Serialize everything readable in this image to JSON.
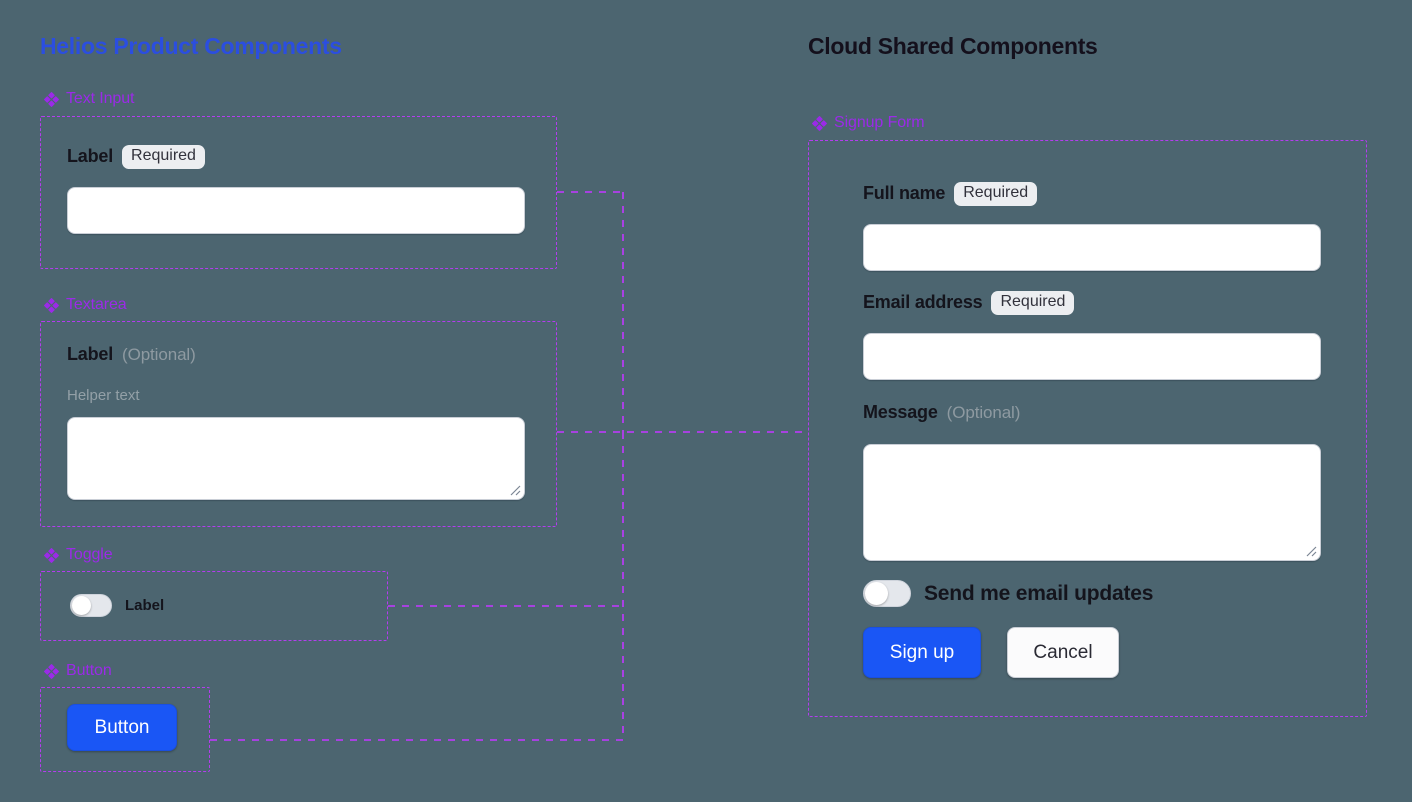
{
  "panels": {
    "left": {
      "title": "Helios Product Components",
      "title_color": "#2b4ee0",
      "sections": [
        {
          "name": "text-input",
          "icon": "component-diamond-icon",
          "label": "Text Input",
          "field": {
            "label": "Label",
            "badge": "Required",
            "value": "",
            "placeholder": ""
          }
        },
        {
          "name": "textarea",
          "icon": "component-diamond-icon",
          "label": "Textarea",
          "field": {
            "label": "Label",
            "optional": "(Optional)",
            "helper": "Helper text",
            "value": "",
            "placeholder": ""
          }
        },
        {
          "name": "toggle",
          "icon": "component-diamond-icon",
          "label": "Toggle",
          "field": {
            "label": "Label",
            "state": "off"
          }
        },
        {
          "name": "button",
          "icon": "component-diamond-icon",
          "label": "Button",
          "field": {
            "label": "Button"
          }
        }
      ]
    },
    "right": {
      "title": "Cloud Shared Components",
      "title_color": "#14101c",
      "section": {
        "name": "signup-form",
        "icon": "component-diamond-icon",
        "label": "Signup Form"
      },
      "form": {
        "fields": [
          {
            "label": "Full name",
            "badge": "Required",
            "value": "",
            "placeholder": ""
          },
          {
            "label": "Email address",
            "badge": "Required",
            "value": "",
            "placeholder": ""
          },
          {
            "label": "Message",
            "optional": "(Optional)",
            "value": "",
            "placeholder": ""
          }
        ],
        "toggle": {
          "label": "Send me email updates",
          "state": "off"
        },
        "buttons": {
          "primary": "Sign up",
          "secondary": "Cancel"
        }
      }
    }
  },
  "theme": {
    "background": "#4c6570",
    "accent_purple": "#b43cf0",
    "section_label": "#9b2ae8",
    "primary_blue": "#1a56f5",
    "badge_bg": "#eceef1",
    "muted_text": "#8e9aa1"
  }
}
